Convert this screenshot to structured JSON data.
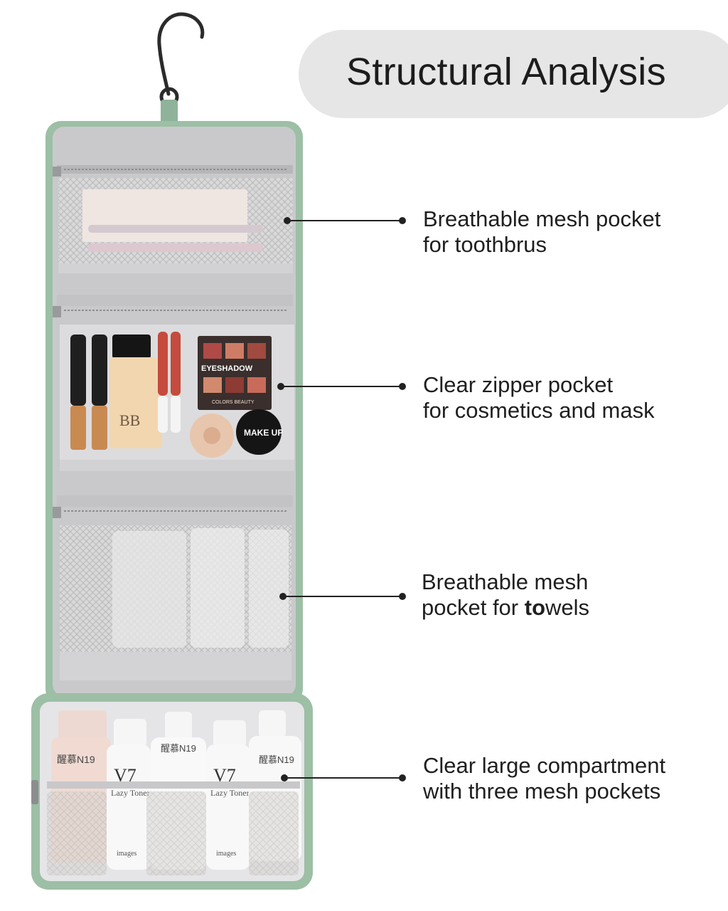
{
  "title": "Structural Analysis",
  "callouts": [
    {
      "line1": "Breathable mesh pocket",
      "line2": "for toothbrus"
    },
    {
      "line1": "Clear zipper pocket",
      "line2": "for cosmetics and mask"
    },
    {
      "line1": "Breathable mesh",
      "line2_pre": "pocket for ",
      "line2_bold": "to",
      "line2_post": "wels"
    },
    {
      "line1": "Clear large compartment",
      "line2": "with three mesh pockets"
    }
  ],
  "product_text": {
    "eyeshadow_label": "EYESHADOW",
    "eyeshadow_sub": "COLORS BEAUTY",
    "makeup_label": "MAKE UP",
    "bb_label": "BB",
    "bottle_brand": "醒慕N19",
    "toner_label": "V7",
    "toner_sub": "Lazy Toner",
    "bottle_footer": "images"
  },
  "colors": {
    "bag_green": "#9cbfa5",
    "lining_gray": "#c6c6c8",
    "title_bg": "#e6e6e7"
  }
}
